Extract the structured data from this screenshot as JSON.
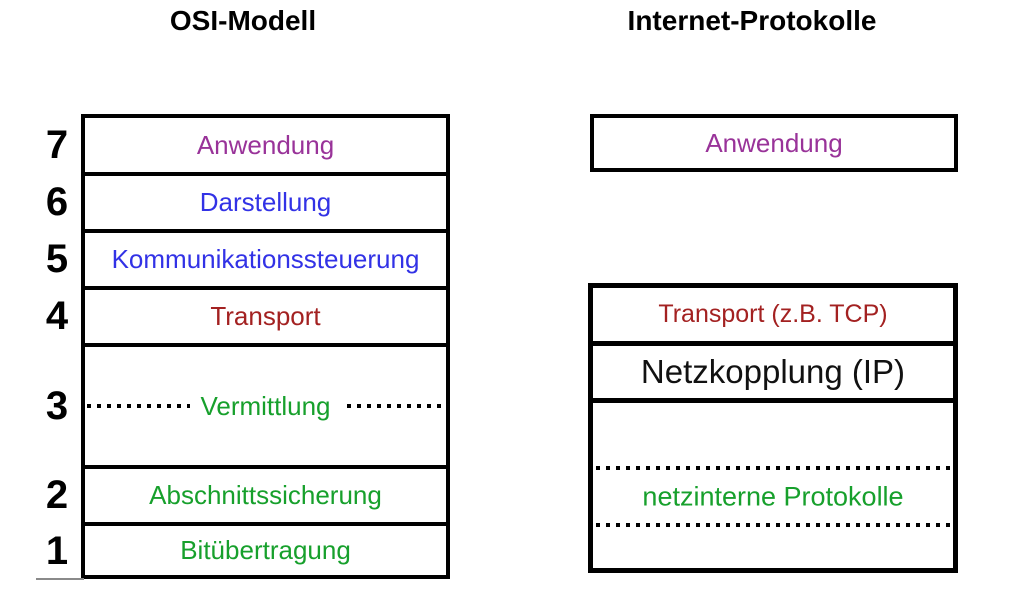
{
  "titles": {
    "left": "OSI-Modell",
    "right": "Internet-Protokolle"
  },
  "colors": {
    "purple": "#993399",
    "blue": "#3232E6",
    "dark_red": "#A32121",
    "green": "#17A02C",
    "black": "#111111"
  },
  "osi": {
    "layers": [
      {
        "number": "7",
        "label": "Anwendung",
        "color": "purple"
      },
      {
        "number": "6",
        "label": "Darstellung",
        "color": "blue"
      },
      {
        "number": "5",
        "label": "Kommunikationssteuerung",
        "color": "blue"
      },
      {
        "number": "4",
        "label": "Transport",
        "color": "dark_red"
      },
      {
        "number": "3",
        "label": "Vermittlung",
        "color": "green",
        "dotted_line": true
      },
      {
        "number": "2",
        "label": "Abschnittssicherung",
        "color": "green"
      },
      {
        "number": "1",
        "label": "Bitübertragung",
        "color": "green"
      }
    ]
  },
  "internet": {
    "anwendung_label": "Anwendung",
    "transport_label": "Transport (z.B. TCP)",
    "netzkopplung_label": "Netzkopplung (IP)",
    "netzinterne_label": "netzinterne Protokolle"
  }
}
